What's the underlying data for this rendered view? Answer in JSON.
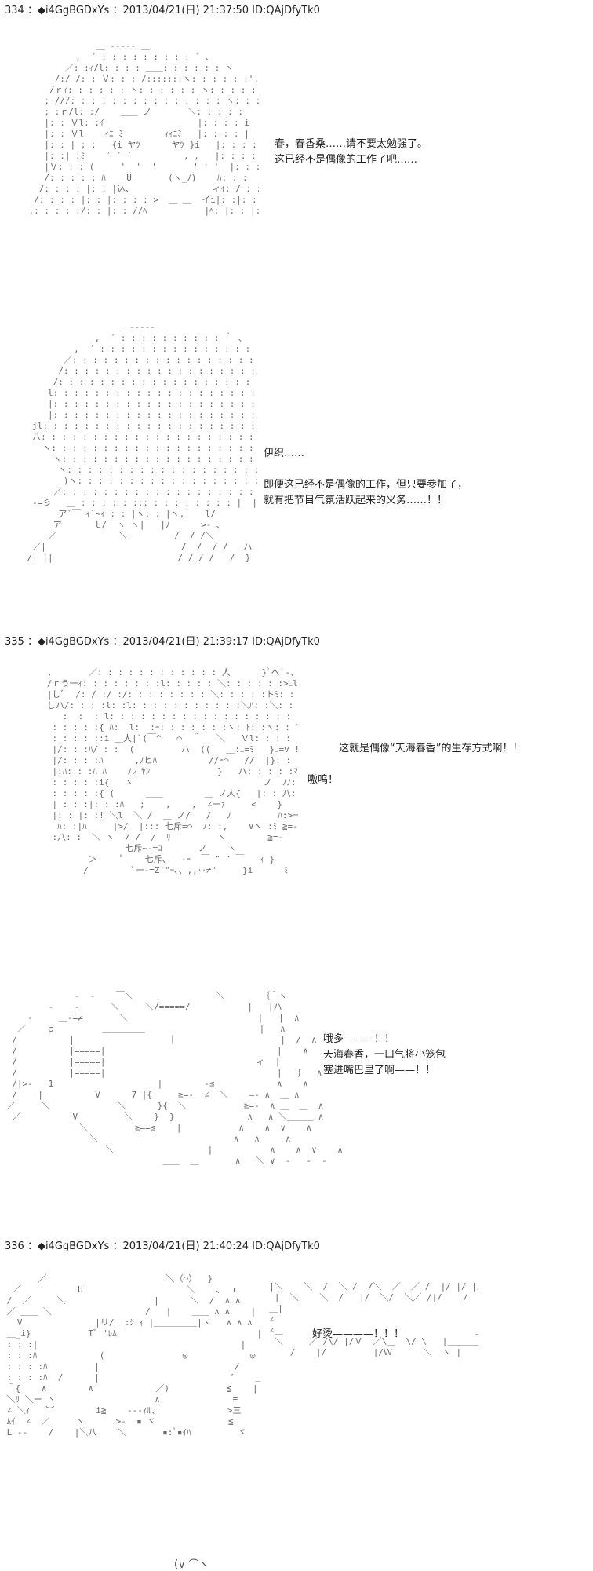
{
  "posts": [
    {
      "header": "334 ：◆i4GgBGDxYs ：2013/04/21(日) 21:37:50 ID:QAjDfyTk0",
      "panels": [
        {
          "lines": [
            "春，春香桑……请不要太勉强了。",
            "这已经不是偶像的工作了吧……"
          ]
        },
        {
          "lines": [
            "伊织……",
            "",
            "即便这已经不是偶像的工作，但只要参加了，",
            "就有把节目气氛活跃起来的义务……！！"
          ]
        }
      ]
    },
    {
      "header": "335 ：◆i4GgBGDxYs ：2013/04/21(日) 21:39:17 ID:QAjDfyTk0",
      "panels": [
        {
          "lines": [
            "这就是偶像“天海春香”的生存方式啊！！",
            "",
            "嗷呜！"
          ]
        },
        {
          "lines": [
            "哦多———！！",
            "天海春香，一口气将小笼包",
            "塞进嘴巴里了啊——！！"
          ]
        }
      ]
    },
    {
      "header": "336 ：◆i4GgBGDxYs ：2013/04/21(日) 21:40:24 ID:QAjDfyTk0",
      "panels": [
        {
          "lines": [
            "好烫————！！！"
          ]
        }
      ]
    }
  ],
  "trailing_art": "（∨ ⌒ヽ"
}
